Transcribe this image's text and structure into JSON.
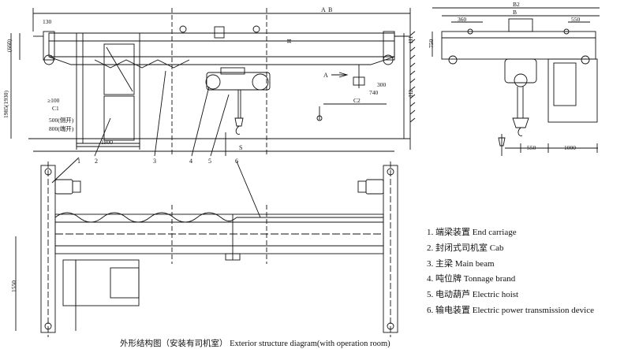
{
  "legend": {
    "items": [
      "1. 端梁装置 End carriage",
      "2. 封闭式司机室 Cab",
      "3. 主梁 Main beam",
      "4. 吨位牌 Tonnage brand",
      "5. 电动葫芦 Electric hoist",
      "6. 输电装置 Electric power transmission device"
    ]
  },
  "caption": "外形结构图（安装有司机室） Exterior structure diagram(with operation room)",
  "dims": {
    "top_a": "A",
    "top_b": "B",
    "d130": "130",
    "d660": "(660)",
    "d1985": "1985(1930)",
    "d100": "≥100",
    "c1": "C1",
    "d500": "500(侧开)",
    "d800": "800(端开)",
    "d1800": "1800",
    "s": "S",
    "h": "H",
    "h1": "H1",
    "h2": "H2",
    "c2": "C2",
    "d740": "740",
    "d300": "300",
    "b2": "B2",
    "b": "B",
    "d360": "360",
    "d550a": "550",
    "d550b": "550",
    "d1000": "1000",
    "d750": "750",
    "d1550": "1550",
    "view_a": "A",
    "n1": "1",
    "n2": "2",
    "n3": "3",
    "n4": "4",
    "n5": "5",
    "n6": "6"
  }
}
